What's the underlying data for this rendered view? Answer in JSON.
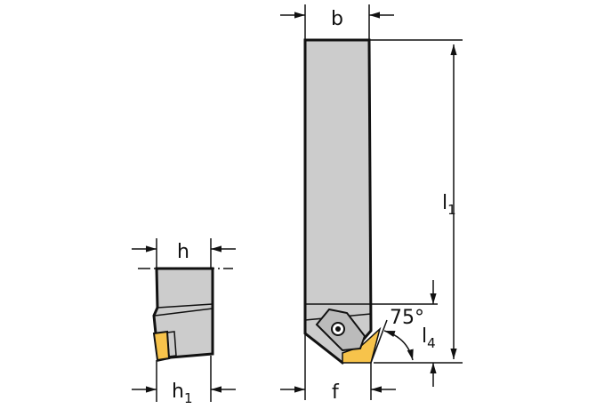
{
  "labels": {
    "b": "b",
    "l1_main": "l",
    "l1_sub": "1",
    "l4_main": "l",
    "l4_sub": "4",
    "angle": "75°",
    "f": "f",
    "h": "h",
    "h1_main": "h",
    "h1_sub": "1"
  },
  "colors": {
    "body": "#cccccc",
    "insert": "#f7c34b",
    "line": "#111111"
  }
}
